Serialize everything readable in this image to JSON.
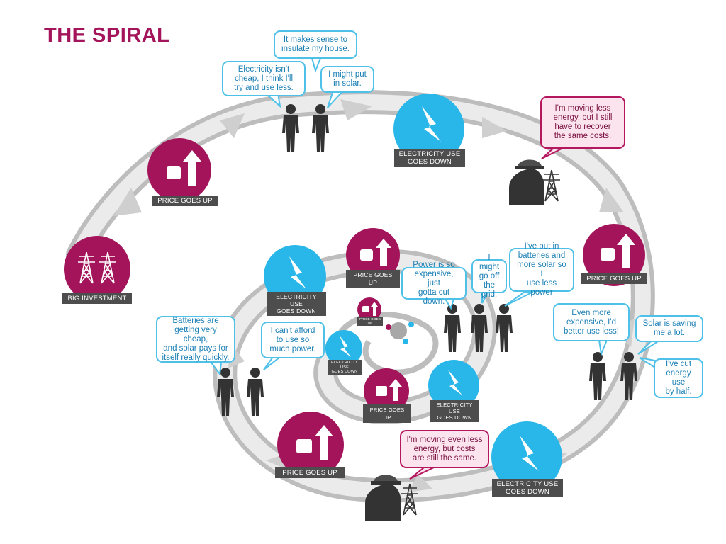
{
  "title": "THE SPIRAL",
  "colors": {
    "title": "#a3145a",
    "magenta": "#a3145a",
    "cyan": "#29b6e8",
    "arrow_light": "#e6e6e6",
    "arrow_dark": "#a8a8a8",
    "label_bg": "#4d4d4d",
    "figure": "#333333"
  },
  "labels": {
    "big_investment": "BIG INVESTMENT",
    "price_up_1": "PRICE GOES UP",
    "elec_down_1": "ELECTRICITY USE\nGOES DOWN",
    "price_up_2": "PRICE GOES UP",
    "elec_down_2": "ELECTRICITY USE\nGOES DOWN",
    "price_up_3": "PRICE GOES UP",
    "elec_down_3": "ELECTRICITY USE\nGOES DOWN",
    "price_up_4": "PRICE GOES UP",
    "elec_down_4": "ELECTRICITY USE\nGOES DOWN",
    "price_up_5": "PRICE GOES UP",
    "elec_down_5": "ELECTRICITY USE\nGOES DOWN",
    "price_up_6": "PRICE GOES UP"
  },
  "bubbles": {
    "insulate": "It makes sense to\ninsulate my house.",
    "cheap": "Electricity isn't\ncheap, I think I'll\ntry and use less.",
    "solar": "I might put\nin solar.",
    "moving_less": "I'm moving less\nenergy, but I still\nhave to recover\nthe same costs.",
    "power_expensive": "Power is so\nexpensive, just\ngotta cut down.",
    "off_grid": "I might\ngo off\nthe grid.",
    "batteries_more": "I've put in\nbatteries and\nmore solar so I\nuse less power",
    "even_more": "Even more\nexpensive, I'd\nbetter use less!",
    "solar_saving": "Solar is saving\nme a lot.",
    "cut_half": "I've cut\nenergy use\nby half.",
    "batteries_cheap": "Batteries are\ngetting very cheap,\nand solar pays for\nitself really quickly.",
    "cant_afford": "I can't afford\nto use so\nmuch power.",
    "even_less": "I'm moving even less\nenergy, but costs\nare still the same."
  }
}
